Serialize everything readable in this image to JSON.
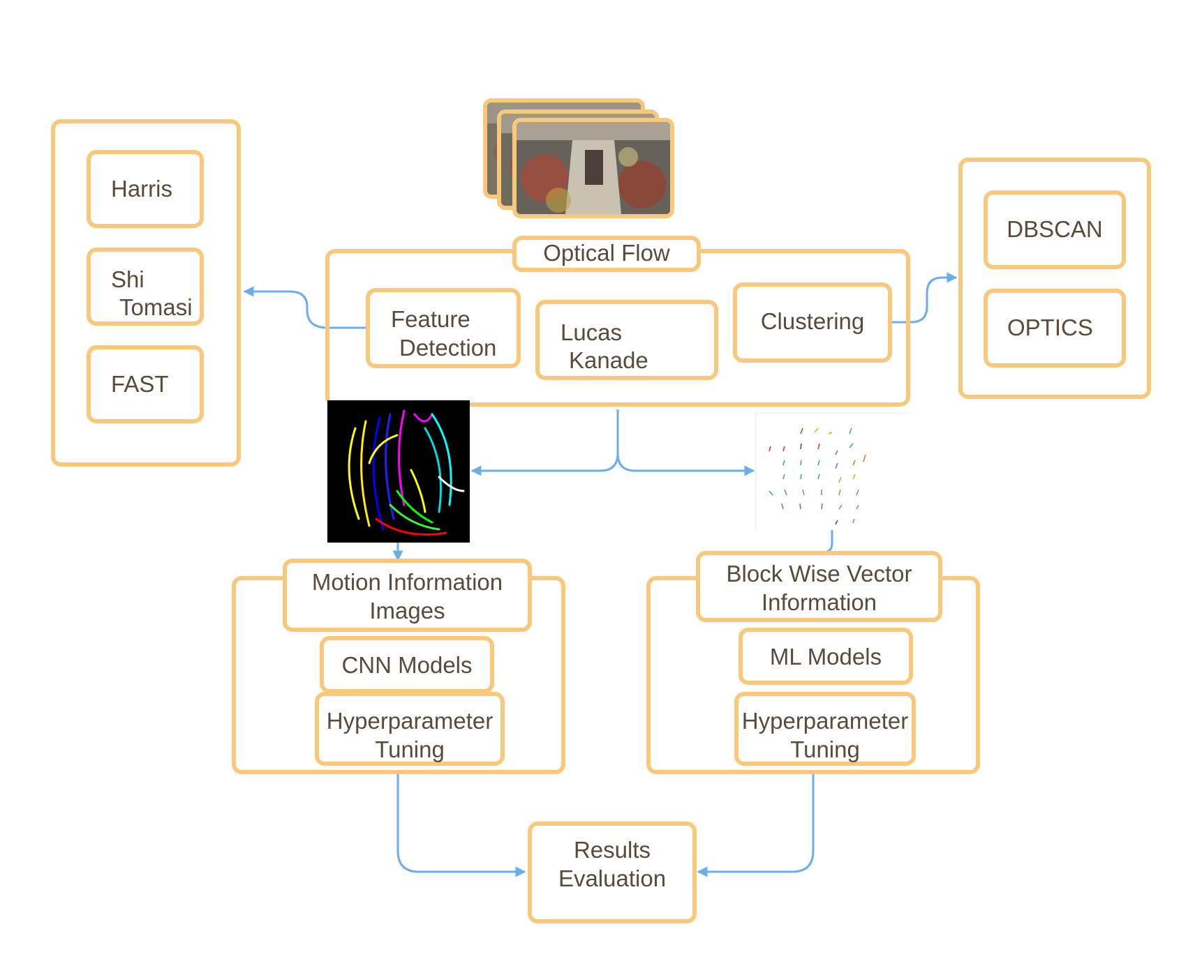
{
  "colors": {
    "box_border": "#f9c87a",
    "arrow": "#6aaeea",
    "text": "#5a4a38"
  },
  "corner_detectors": {
    "harris": "Harris",
    "shi_tomasi_line1": "Shi",
    "shi_tomasi_line2": "Tomasi",
    "fast": "FAST"
  },
  "optical_flow": {
    "title": "Optical Flow",
    "feature_detection_line1": "Feature",
    "feature_detection_line2": "Detection",
    "lucas_kanade_line1": "Lucas",
    "lucas_kanade_line2": "Kanade",
    "clustering": "Clustering"
  },
  "clustering_methods": {
    "dbscan": "DBSCAN",
    "optics": "OPTICS"
  },
  "left_branch": {
    "title_line1": "Motion Information",
    "title_line2": "Images",
    "models": "CNN Models",
    "tuning_line1": "Hyperparameter",
    "tuning_line2": "Tuning"
  },
  "right_branch": {
    "title_line1": "Block Wise Vector",
    "title_line2": "Information",
    "models": "ML Models",
    "tuning_line1": "Hyperparameter",
    "tuning_line2": "Tuning"
  },
  "results": {
    "line1": "Results",
    "line2": "Evaluation"
  }
}
